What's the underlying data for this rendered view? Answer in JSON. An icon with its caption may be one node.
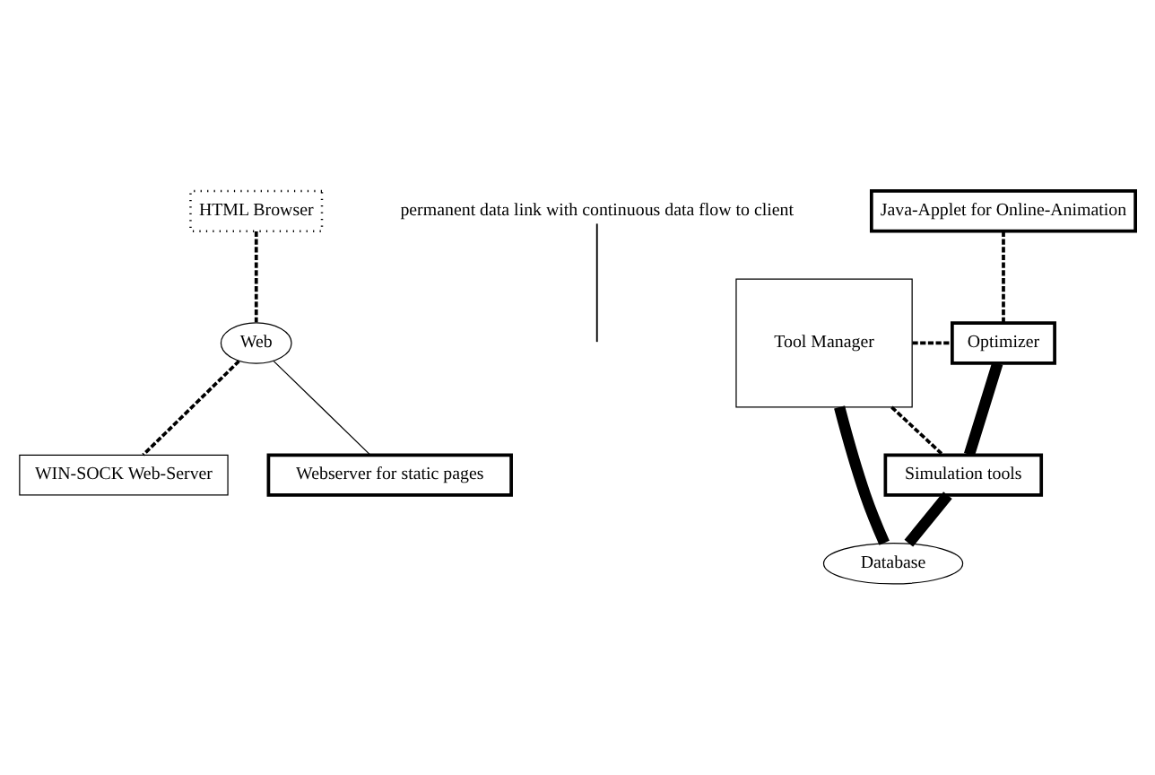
{
  "diagram": {
    "nodes": [
      {
        "text": [
          "HTML Browser"
        ]
      },
      {
        "text": [
          "permanent data link with continuous data flow to client"
        ]
      },
      {
        "text": [
          "Java-Applet for Online-Animation"
        ]
      },
      {
        "text": [
          "Web"
        ]
      },
      {
        "text": [
          "Tool Manager"
        ]
      },
      {
        "text": [
          "WIN-SOCK Web-Server"
        ]
      },
      {
        "text": [
          "Optimizer"
        ]
      },
      {
        "text": [
          "Simulation tools"
        ]
      },
      {
        "text": [
          "Webserver for static pages"
        ]
      },
      {
        "text": [
          "Database"
        ]
      }
    ],
    "edges": [
      {
        "from": 0,
        "to": 3,
        "arrow": "none",
        "style": "dashed"
      },
      {
        "from": 3,
        "to": 8,
        "arrow": "none"
      },
      {
        "from": 3,
        "to": 5,
        "arrow": "none",
        "style": "dashed"
      },
      {
        "from": 2,
        "to": 6,
        "arrow": "none",
        "style": "dashed"
      },
      {
        "from": 4,
        "to": 6,
        "arrow": "none",
        "style": "dashed"
      },
      {
        "from": 4,
        "to": 7,
        "arrow": "none",
        "style": "dashed"
      },
      {
        "from": 6,
        "to": 7,
        "arrow": "none",
        "style": "thick"
      },
      {
        "from": 4,
        "to": 9,
        "arrow": "none",
        "style": "thick"
      },
      {
        "from": 7,
        "to": 9,
        "arrow": "none",
        "style": "thick"
      },
      {
        "from": 1,
        "to": null,
        "arrow": "none"
      }
    ]
  }
}
